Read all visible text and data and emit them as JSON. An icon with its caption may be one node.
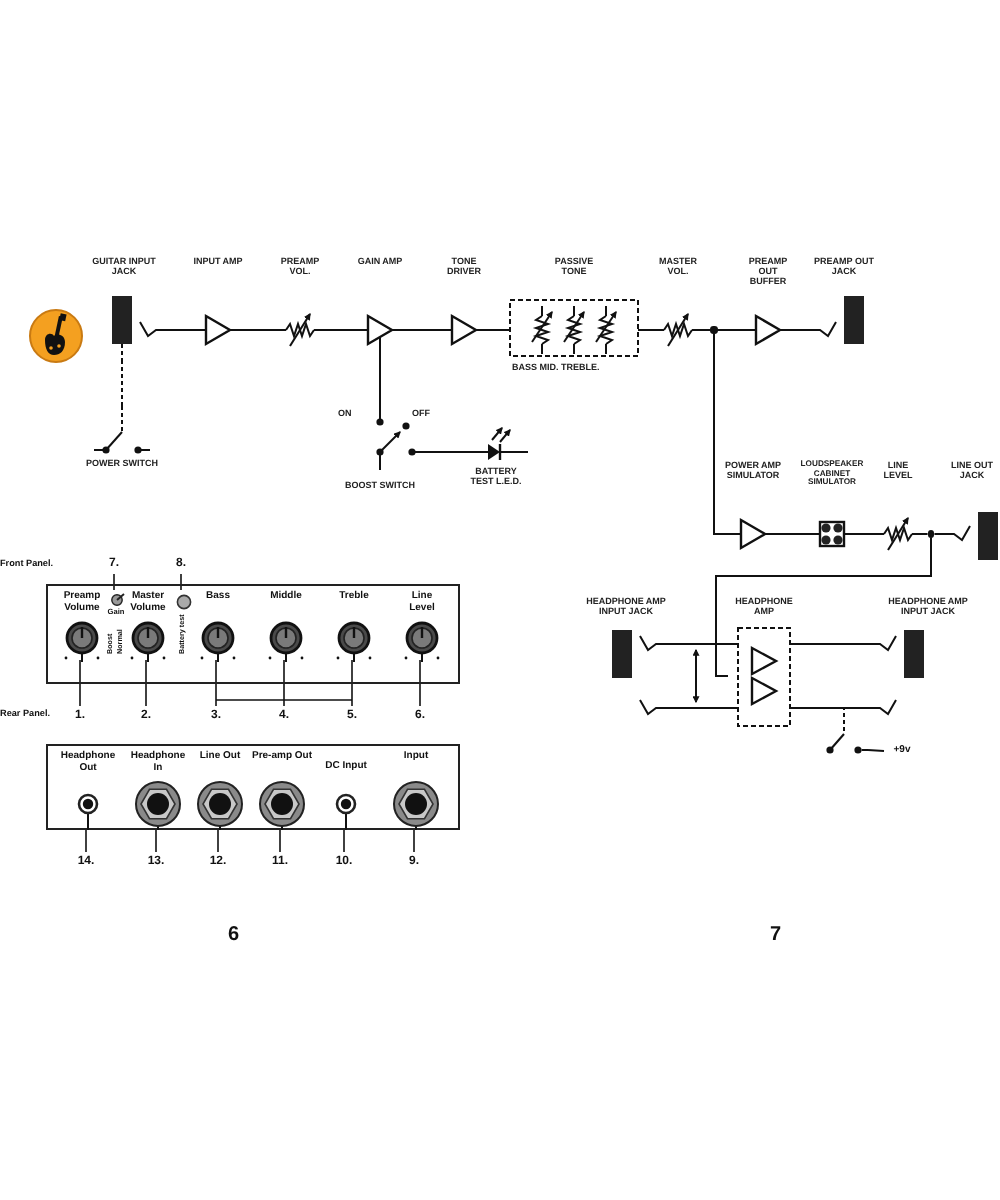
{
  "diagram": {
    "nodes": [
      {
        "text": [
          "GUITAR INPUT JACK"
        ]
      },
      {
        "text": [
          "INPUT AMP"
        ]
      },
      {
        "text": [
          "PREAMP VOL."
        ]
      },
      {
        "text": [
          "GAIN AMP"
        ]
      },
      {
        "text": [
          "TONE DRIVER"
        ]
      },
      {
        "text": [
          "PASSIVE TONE"
        ],
        "beside": [
          "BASS MID. TREBLE."
        ]
      },
      {
        "text": [
          "MASTER VOL."
        ]
      },
      {
        "text": [
          "PREAMP OUT BUFFER"
        ]
      },
      {
        "text": [
          "PREAMP OUT JACK"
        ]
      },
      {
        "text": [
          "POWER SWITCH"
        ]
      },
      {
        "text": [
          "ON",
          "OFF",
          "BOOST SWITCH"
        ]
      },
      {
        "text": [
          "BATTERY TEST L.E.D."
        ]
      },
      {
        "text": [
          "POWER AMP SIMULATOR"
        ]
      },
      {
        "text": [
          "LOUDSPEAKER CABINET SIMULATOR"
        ]
      },
      {
        "text": [
          "LINE LEVEL"
        ]
      },
      {
        "text": [
          "LINE OUT JACK"
        ]
      },
      {
        "text": [
          "HEADPHONE AMP INPUT JACK"
        ]
      },
      {
        "text": [
          "HEADPHONE AMP"
        ]
      },
      {
        "text": [
          "HEADPHONE AMP INPUT JACK"
        ]
      },
      {
        "text": [],
        "shape": "switch"
      },
      {
        "text": [
          "+9v"
        ]
      },
      {
        "text": [],
        "shape": "box"
      },
      {
        "text": [
          "Preamp Volume"
        ],
        "in": 21
      },
      {
        "text": [
          "Gain",
          "Boost",
          "Normal"
        ],
        "in": 21
      },
      {
        "text": [
          "Master Volume"
        ],
        "in": 21
      },
      {
        "text": [
          "Battery test"
        ],
        "in": 21
      },
      {
        "text": [
          "Bass"
        ],
        "in": 21
      },
      {
        "text": [
          "Middle"
        ],
        "in": 21
      },
      {
        "text": [
          "Treble"
        ],
        "in": 21
      },
      {
        "text": [
          "Line Level"
        ],
        "in": 21
      },
      {
        "text": [
          "1."
        ]
      },
      {
        "text": [
          "2."
        ]
      },
      {
        "text": [
          "3."
        ]
      },
      {
        "text": [
          "4."
        ]
      },
      {
        "text": [
          "5."
        ]
      },
      {
        "text": [
          "6."
        ]
      },
      {
        "text": [
          "7."
        ]
      },
      {
        "text": [
          "8."
        ]
      },
      {
        "text": [],
        "shape": "box"
      },
      {
        "text": [
          "Headphone Out"
        ],
        "in": 38
      },
      {
        "text": [
          "Headphone In"
        ],
        "in": 38
      },
      {
        "text": [
          "Line Out"
        ],
        "in": 38
      },
      {
        "text": [
          "Pre-amp Out"
        ],
        "in": 38
      },
      {
        "text": [
          "DC Input"
        ],
        "in": 38
      },
      {
        "text": [
          "Input"
        ],
        "in": 38
      },
      {
        "text": [
          "14."
        ]
      },
      {
        "text": [
          "13."
        ]
      },
      {
        "text": [
          "12."
        ]
      },
      {
        "text": [
          "11."
        ]
      },
      {
        "text": [
          "10."
        ]
      },
      {
        "text": [
          "9."
        ]
      },
      {
        "text": [],
        "shape": "dot"
      },
      {
        "text": [],
        "shape": "dot"
      }
    ],
    "edges": [
      {
        "from": 0,
        "to": 1,
        "arrow": "none"
      },
      {
        "from": 1,
        "to": 2,
        "arrow": "none"
      },
      {
        "from": 2,
        "to": 3,
        "arrow": "none"
      },
      {
        "from": 3,
        "to": 4,
        "arrow": "none"
      },
      {
        "from": 4,
        "to": 5,
        "arrow": "none"
      },
      {
        "from": 5,
        "to": 6,
        "arrow": "none"
      },
      {
        "from": 6,
        "to": 51,
        "arrow": "none"
      },
      {
        "from": 51,
        "to": 7,
        "arrow": "none"
      },
      {
        "from": 7,
        "to": 8,
        "arrow": "none"
      },
      {
        "from": 0,
        "to": 9,
        "arrow": "none",
        "style": "dashed"
      },
      {
        "from": 3,
        "to": 10,
        "arrow": "none"
      },
      {
        "from": 10,
        "to": 11,
        "arrow": "none"
      },
      {
        "from": 51,
        "to": 12,
        "arrow": "none"
      },
      {
        "from": 12,
        "to": 13,
        "arrow": "none"
      },
      {
        "from": 13,
        "to": 14,
        "arrow": "none"
      },
      {
        "from": 14,
        "to": 52,
        "arrow": "none"
      },
      {
        "from": 52,
        "to": 15,
        "arrow": "none"
      },
      {
        "from": 52,
        "to": 17,
        "arrow": "none"
      },
      {
        "from": 16,
        "to": 17,
        "arrow": "none"
      },
      {
        "from": 17,
        "to": 18,
        "arrow": "none"
      },
      {
        "from": 16,
        "to": 17,
        "arrow": "none"
      },
      {
        "from": 17,
        "to": 18,
        "arrow": "none"
      },
      {
        "from": 17,
        "to": 19,
        "arrow": "none",
        "style": "dashed"
      },
      {
        "from": 19,
        "to": 20,
        "arrow": "none"
      },
      {
        "from": 30,
        "to": 22,
        "arrow": "none"
      },
      {
        "from": 31,
        "to": 24,
        "arrow": "none"
      },
      {
        "from": 32,
        "to": 26,
        "arrow": "none"
      },
      {
        "from": 33,
        "to": 27,
        "arrow": "none"
      },
      {
        "from": 34,
        "to": 28,
        "arrow": "none"
      },
      {
        "from": 35,
        "to": 29,
        "arrow": "none"
      },
      {
        "from": 36,
        "to": 23,
        "arrow": "none"
      },
      {
        "from": 37,
        "to": 25,
        "arrow": "none"
      },
      {
        "from": 45,
        "to": 39,
        "arrow": "none"
      },
      {
        "from": 46,
        "to": 40,
        "arrow": "none"
      },
      {
        "from": 47,
        "to": 41,
        "arrow": "none"
      },
      {
        "from": 48,
        "to": 42,
        "arrow": "none"
      },
      {
        "from": 49,
        "to": 43,
        "arrow": "none"
      },
      {
        "from": 50,
        "to": 44,
        "arrow": "none"
      }
    ],
    "labels": [
      "Front Panel.",
      "Rear Panel.",
      "6",
      "7"
    ]
  }
}
